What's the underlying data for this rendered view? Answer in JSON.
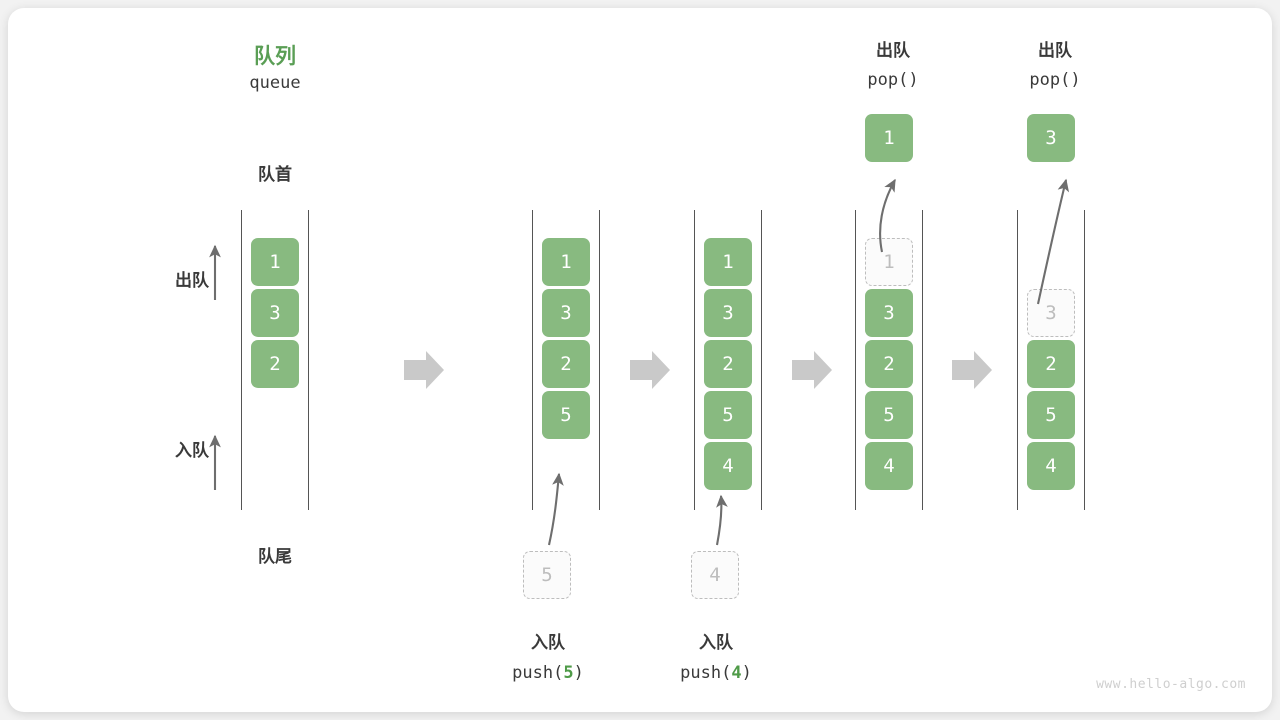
{
  "diagram": {
    "title_cn": "队列",
    "title_en": "queue",
    "front_label": "队首",
    "rear_label": "队尾",
    "dequeue_label": "出队",
    "enqueue_label": "入队",
    "watermark": "www.hello-algo.com",
    "accent_green": "#88ba80",
    "title_green": "#5a9e55",
    "ghost_gray": "#bdbdbd",
    "arrow_gray": "#c9c9c9",
    "rail_gray": "#555555"
  },
  "steps": [
    {
      "id": "initial",
      "cells": [
        {
          "value": "1",
          "state": "filled"
        },
        {
          "value": "3",
          "state": "filled"
        },
        {
          "value": "2",
          "state": "filled"
        }
      ],
      "op_cn": "",
      "op_code": "",
      "op_arg": "",
      "float_value": "",
      "float_state": ""
    },
    {
      "id": "push-5",
      "cells": [
        {
          "value": "1",
          "state": "filled"
        },
        {
          "value": "3",
          "state": "filled"
        },
        {
          "value": "2",
          "state": "filled"
        },
        {
          "value": "5",
          "state": "filled"
        }
      ],
      "op_cn": "入队",
      "op_code": "push(",
      "op_arg": "5",
      "op_code_end": ")",
      "float_value": "5",
      "float_state": "ghost"
    },
    {
      "id": "push-4",
      "cells": [
        {
          "value": "1",
          "state": "filled"
        },
        {
          "value": "3",
          "state": "filled"
        },
        {
          "value": "2",
          "state": "filled"
        },
        {
          "value": "5",
          "state": "filled"
        },
        {
          "value": "4",
          "state": "filled"
        }
      ],
      "op_cn": "入队",
      "op_code": "push(",
      "op_arg": "4",
      "op_code_end": ")",
      "float_value": "4",
      "float_state": "ghost"
    },
    {
      "id": "pop-1",
      "cells": [
        {
          "value": "1",
          "state": "ghost"
        },
        {
          "value": "3",
          "state": "filled"
        },
        {
          "value": "2",
          "state": "filled"
        },
        {
          "value": "5",
          "state": "filled"
        },
        {
          "value": "4",
          "state": "filled"
        }
      ],
      "op_cn": "出队",
      "op_code": "pop(",
      "op_arg": "",
      "op_code_end": ")",
      "float_value": "1",
      "float_state": "filled"
    },
    {
      "id": "pop-3",
      "cells": [
        {
          "value": "",
          "state": "empty"
        },
        {
          "value": "3",
          "state": "ghost"
        },
        {
          "value": "2",
          "state": "filled"
        },
        {
          "value": "5",
          "state": "filled"
        },
        {
          "value": "4",
          "state": "filled"
        }
      ],
      "op_cn": "出队",
      "op_code": "pop(",
      "op_arg": "",
      "op_code_end": ")",
      "float_value": "3",
      "float_state": "filled"
    }
  ],
  "labels": {
    "push5_cn": "入队",
    "push5_code_pre": "push(",
    "push5_code_arg": "5",
    "push5_code_post": ")",
    "push4_cn": "入队",
    "push4_code_pre": "push(",
    "push4_code_arg": "4",
    "push4_code_post": ")",
    "pop1_cn": "出队",
    "pop1_code": "pop()",
    "pop2_cn": "出队",
    "pop2_code": "pop()"
  }
}
